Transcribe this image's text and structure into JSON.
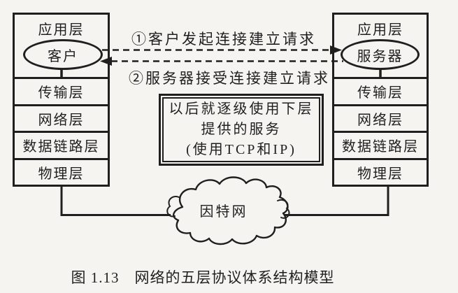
{
  "colors": {
    "ink": "#1f1f1f",
    "paper": "#f5f4f1"
  },
  "left_host": {
    "app_layer": "应用层",
    "entity": "客户",
    "layers": [
      "传输层",
      "网络层",
      "数据链路层",
      "物理层"
    ]
  },
  "right_host": {
    "app_layer": "应用层",
    "entity": "服务器",
    "layers": [
      "传输层",
      "网络层",
      "数据链路层",
      "物理层"
    ]
  },
  "messages": {
    "step1": "①客户发起连接建立请求",
    "step2": "②服务器接受连接建立请求"
  },
  "note": {
    "lines": [
      "以后就逐级使用下层",
      "提供的服务",
      "(使用TCP和IP)"
    ]
  },
  "network": {
    "label": "因特网"
  },
  "caption": "图 1.13　网络的五层协议体系结构模型"
}
